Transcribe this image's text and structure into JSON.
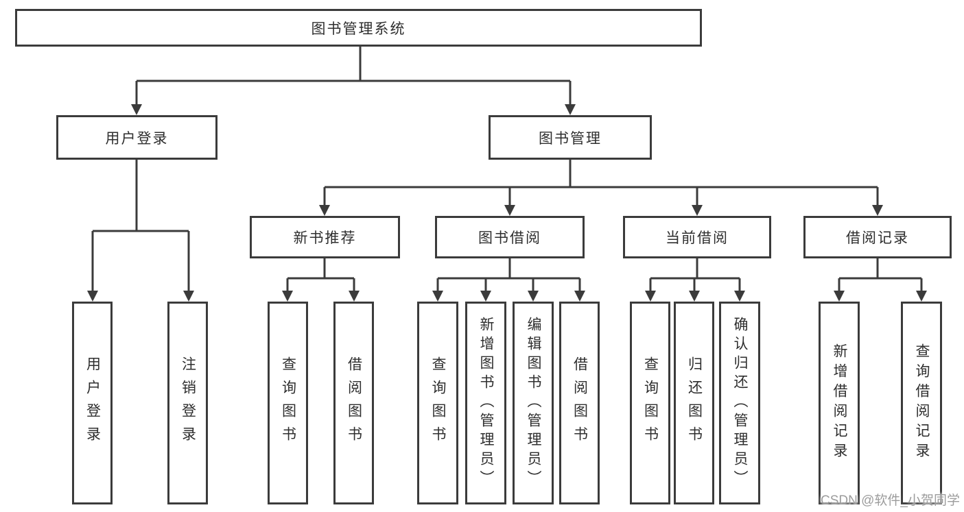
{
  "tree": {
    "root": {
      "label": "图书管理系统"
    },
    "branches": [
      {
        "label": "用户登录",
        "children": [
          {
            "label": "用户登录"
          },
          {
            "label": "注销登录"
          }
        ]
      },
      {
        "label": "图书管理",
        "children": [
          {
            "label": "新书推荐",
            "children": [
              {
                "label": "查询图书"
              },
              {
                "label": "借阅图书"
              }
            ]
          },
          {
            "label": "图书借阅",
            "children": [
              {
                "label": "查询图书"
              },
              {
                "label": "新增图书（管理员）"
              },
              {
                "label": "编辑图书（管理员）"
              },
              {
                "label": "借阅图书"
              }
            ]
          },
          {
            "label": "当前借阅",
            "children": [
              {
                "label": "查询图书"
              },
              {
                "label": "归还图书"
              },
              {
                "label": "确认归还（管理员）"
              }
            ]
          },
          {
            "label": "借阅记录",
            "children": [
              {
                "label": "新增借阅记录"
              },
              {
                "label": "查询借阅记录"
              }
            ]
          }
        ]
      }
    ]
  },
  "watermark": {
    "text": "CSDN @软件_小贺同学"
  },
  "colors": {
    "line": "#3b3b3b",
    "text": "#2e2e2e",
    "watermark": "#9c9c9c",
    "background": "#ffffff"
  }
}
